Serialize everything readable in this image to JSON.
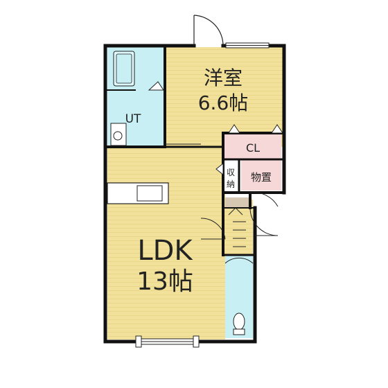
{
  "rooms": {
    "bedroom": {
      "label": "洋室",
      "size": "6.6帖"
    },
    "ldk": {
      "label": "LDK",
      "size": "13帖"
    },
    "bath": {
      "label": "UT"
    },
    "closet": {
      "label": "CL"
    },
    "storage": {
      "label": "物置"
    },
    "storage_small": {
      "label_top": "収",
      "label_bottom": "納"
    }
  },
  "colors": {
    "floor": "#f1e19a",
    "wet_area": "#c7eff4",
    "closet": "#f6d8d8",
    "wall": "#111111",
    "entry": "#d6c7b2"
  }
}
